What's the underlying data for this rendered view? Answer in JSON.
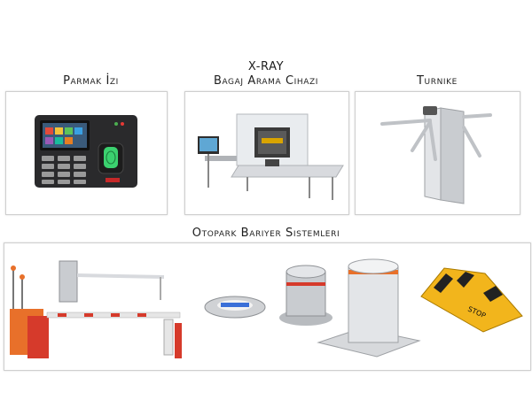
{
  "sections": {
    "fingerprint": {
      "title": "Parmak İzi"
    },
    "xray": {
      "title_line1": "X-RAY",
      "title_line2": "Bagaj Arama Cihazı"
    },
    "turnstile": {
      "title": "Turnike"
    },
    "parking": {
      "title": "Otopark Bariyer Sistemleri"
    }
  },
  "products": {
    "road_blocker_text": "STOP",
    "icons": [
      "fingerprint-terminal-icon",
      "xray-scanner-icon",
      "tripod-turnstile-icon",
      "barrier-gate-icon",
      "road-stud-icon",
      "steel-bollard-icon",
      "retractable-bollard-icon",
      "road-blocker-icon"
    ]
  },
  "colors": {
    "barrier_orange": "#e8702a",
    "barrier_red": "#d63a2b",
    "blocker_yellow": "#f2b51c",
    "steel": "#c9ccd0"
  }
}
